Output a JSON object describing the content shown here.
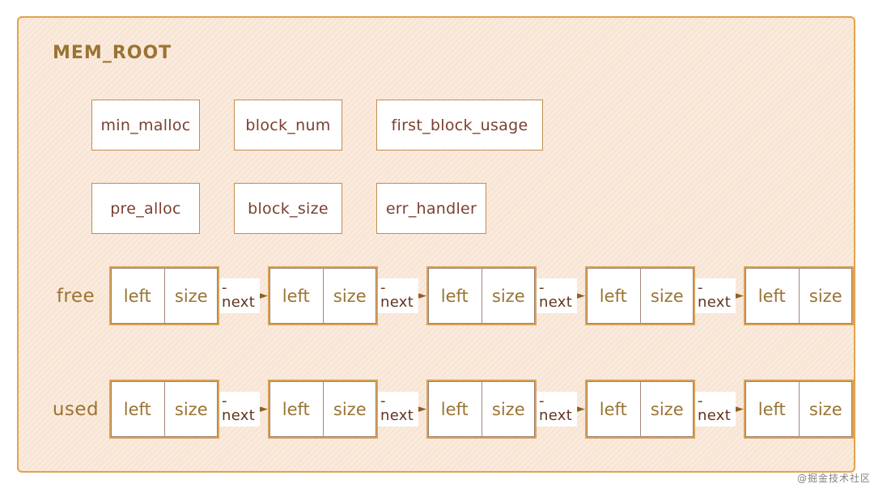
{
  "title": "MEM_ROOT",
  "fields": {
    "row1": [
      "min_malloc",
      "block_num",
      "first_block_usage"
    ],
    "row2": [
      "pre_alloc",
      "block_size",
      "err_handler"
    ]
  },
  "lists": [
    {
      "label": "free",
      "node_count": 5
    },
    {
      "label": "used",
      "node_count": 5
    }
  ],
  "node_cells": [
    "left",
    "size"
  ],
  "connector": {
    "label": "-next",
    "arrow": "►"
  },
  "watermark": "@掘金技术社区",
  "colors": {
    "panel_bg": "#f8e5d5",
    "panel_border": "#e2a44c",
    "field_border": "#c08e4e",
    "field_text": "#7a4030",
    "gold_text": "#9a7433",
    "node_border_outer": "#daa355",
    "node_border_inner": "#9d7f6d",
    "next_text": "#61351f",
    "arrow": "#8f5f26",
    "watermark_text": "#828282"
  }
}
